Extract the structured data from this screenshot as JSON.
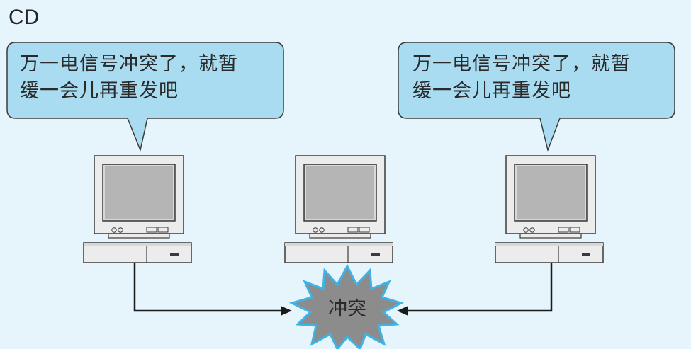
{
  "title": "CD",
  "bubble_left": {
    "text": "万一电信号冲突了，就暂\n缓一会儿再重发吧"
  },
  "bubble_right": {
    "text": "万一电信号冲突了，就暂\n缓一会儿再重发吧"
  },
  "collision": {
    "label": "冲突"
  },
  "colors": {
    "background": "#e6f4fb",
    "bubble_fill": "#a9dcf1",
    "bubble_stroke": "#3b3b3b",
    "computer_body": "#ececec",
    "screen": "#b5b5b5",
    "burst_fill": "#8c8c8c",
    "burst_stroke": "#3fb3e6",
    "line": "#1a1a1a"
  },
  "computers": [
    {
      "id": "left",
      "icon": "computer-icon"
    },
    {
      "id": "center",
      "icon": "computer-icon"
    },
    {
      "id": "right",
      "icon": "computer-icon"
    }
  ]
}
